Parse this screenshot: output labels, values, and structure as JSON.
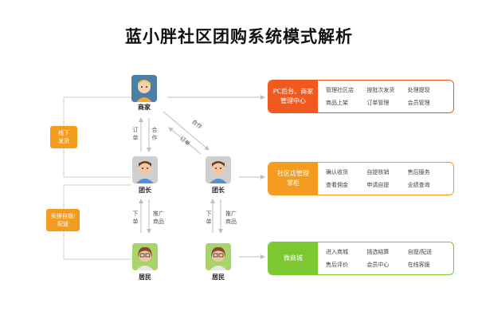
{
  "title": "蓝小胖社区团购系统模式解析",
  "nodes": {
    "merchant": "商家",
    "leader_left": "团长",
    "leader_right": "团长",
    "resident_left": "居民",
    "resident_right": "居民"
  },
  "edge_labels": {
    "order_left": "订单",
    "coop_left": "合作",
    "coop_diag": "合作",
    "order_diag": "订单",
    "place_order_left": "下单",
    "promote_left": "推广商品",
    "place_order_right": "下单",
    "promote_right": "推广商品"
  },
  "side_tags": {
    "offline_ship": "线下发货",
    "arrange_delivery": "安排自提/配送"
  },
  "panels": [
    {
      "head": "PC后台、商家管理中心",
      "items": [
        "管理社区店",
        "按批次发货",
        "处理提现",
        "商品上架",
        "订单管理",
        "会员管理"
      ]
    },
    {
      "head": "社区店管理掌柜",
      "items": [
        "确认收货",
        "自提核销",
        "售后服务",
        "查看佣金",
        "申请自提",
        "业绩查询"
      ]
    },
    {
      "head": "微商城",
      "items": [
        "进入商城",
        "挑选结算",
        "自提/配送",
        "售后评价",
        "会员中心",
        "在线客服"
      ]
    }
  ],
  "colors": {
    "orange": "#f39c1f",
    "red_orange": "#f05a1e",
    "green": "#7dc832",
    "line": "#c8c8c8"
  }
}
